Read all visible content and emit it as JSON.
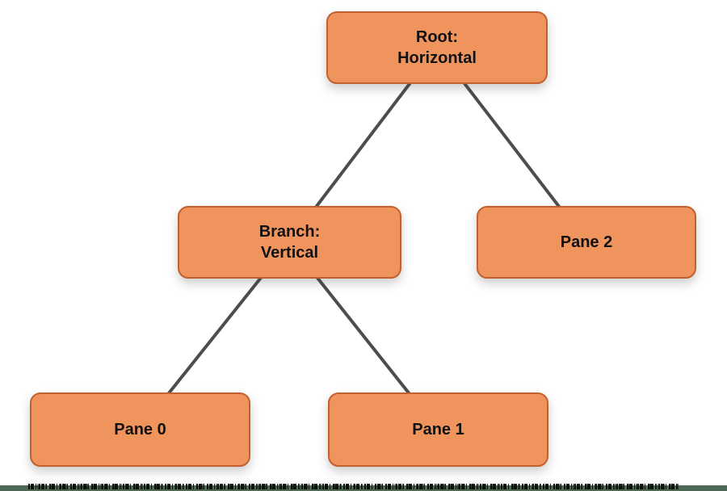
{
  "diagram": {
    "type": "tree",
    "nodes": {
      "root": {
        "lines": [
          "Root:",
          "Horizontal"
        ]
      },
      "branch": {
        "lines": [
          "Branch:",
          "Vertical"
        ]
      },
      "pane2": {
        "lines": [
          "Pane 2"
        ]
      },
      "pane0": {
        "lines": [
          "Pane 0"
        ]
      },
      "pane1": {
        "lines": [
          "Pane 1"
        ]
      }
    },
    "edges": [
      {
        "from": "root",
        "to": "branch"
      },
      {
        "from": "root",
        "to": "pane2"
      },
      {
        "from": "branch",
        "to": "pane0"
      },
      {
        "from": "branch",
        "to": "pane1"
      }
    ],
    "colors": {
      "node_fill": "#F0945E",
      "node_border": "#C2602E",
      "connector_color": "#4D4D4D",
      "strip_color": "#4E6853",
      "text_color": "#111111"
    }
  }
}
